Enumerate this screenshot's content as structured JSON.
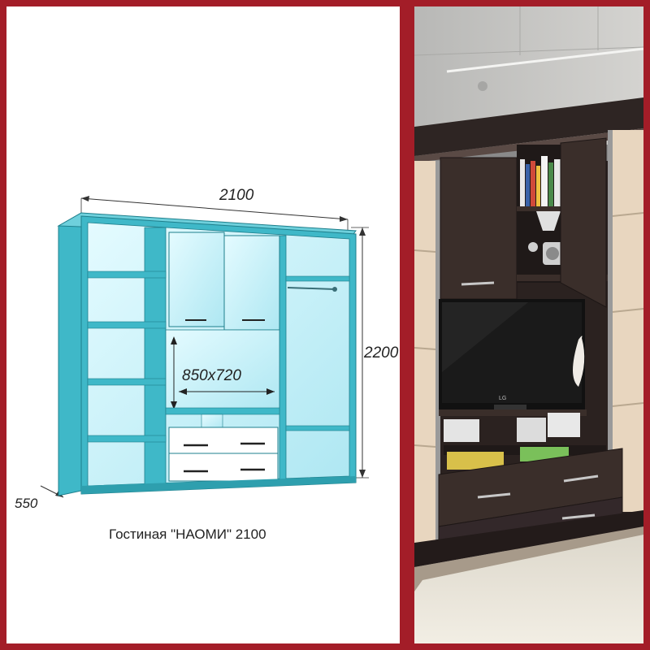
{
  "drawing": {
    "width_label": "2100",
    "height_label": "2200",
    "depth_label": "550",
    "niche_label": "850x720",
    "caption": "Гостиная \"НАОМИ\" 2100"
  },
  "colors": {
    "frame": "#a31d28",
    "cabinet_edge": "#3fb8c8",
    "cabinet_fill": "#c8f0f8",
    "dark_wood": "#3a2e2a",
    "light_wood": "#e8d6bf"
  },
  "photo": {
    "tv_brand": "LG"
  }
}
